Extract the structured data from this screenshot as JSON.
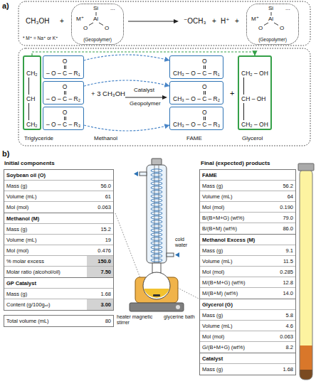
{
  "diagram": {
    "nodes": [
      {
        "text": [
          "Si",
          "M⁺",
          "Al",
          "O",
          "O",
          "...",
          "(Geopolymer)"
        ]
      },
      {
        "text": [
          "Si",
          "M⁺",
          "Al",
          "O",
          "O",
          "...",
          "(Geopolymer)"
        ]
      },
      {
        "text": [
          "CH₂",
          "CH",
          "CH₂"
        ]
      },
      {
        "text": [
          "O",
          "– O –",
          "C",
          "– R₁"
        ]
      },
      {
        "text": [
          "O",
          "– O –",
          "C",
          "– R₂"
        ]
      },
      {
        "text": [
          "O",
          "– O –",
          "C",
          "– R₃"
        ]
      },
      {
        "text": [
          "O",
          "CH₃ – O –",
          "C",
          "– R₁"
        ]
      },
      {
        "text": [
          "O",
          "CH₃ – O –",
          "C",
          "– R₂"
        ]
      },
      {
        "text": [
          "O",
          "CH₃ – O –",
          "C",
          "– R₃"
        ]
      },
      {
        "text": [
          "CH₂ – OH",
          "CH – OH",
          "CH₂ – OH"
        ]
      },
      {
        "text": [
          "Soybean oil (O)",
          "Mass (g)",
          "56.0",
          "Volume (mL)",
          "61",
          "Mol (mol)",
          "0.063"
        ]
      },
      {
        "text": [
          "Methanol (M)",
          "Mass (g)",
          "15.2",
          "Volume (mL)",
          "19",
          "Mol (mol)",
          "0.476",
          "% molar excess",
          "150.0",
          "Molar ratio (alcohol/oil)",
          "7.50"
        ]
      },
      {
        "text": [
          "GP Catalyst",
          "Mass (g)",
          "1.68",
          "Content (g/100gₒᵢₗ)",
          "3.00"
        ]
      },
      {
        "text": [
          "Total volume (mL)",
          "80"
        ]
      },
      {
        "text": [
          "FAME",
          "Mass (g)",
          "56.2",
          "Volume (mL)",
          "64",
          "Mol (mol)",
          "0.190",
          "B/(B+M+G) (wt%)",
          "79.0",
          "B/(B+M) (wt%)",
          "86.0"
        ]
      },
      {
        "text": [
          "Methanol Excess (M)",
          "Mass (g)",
          "9.1",
          "Volume (mL)",
          "11.5",
          "Mol (mol)",
          "0.285",
          "M/(B+M+G) (wt%)",
          "12.8",
          "M/(B+M) (wt%)",
          "14.0"
        ]
      },
      {
        "text": [
          "Glycerol (G)",
          "Mass (g)",
          "5.8",
          "Volume (mL)",
          "4.6",
          "Mol (mol)",
          "0.063",
          "G/(B+M+G) (wt%)",
          "8.2"
        ]
      },
      {
        "text": [
          "Catalyst",
          "Mass (g)",
          "1.68"
        ]
      }
    ],
    "edges": [
      {
        "from": 2,
        "to": 9,
        "arrow": "to"
      },
      {
        "from": 3,
        "to": 6,
        "arrow": "to"
      },
      {
        "from": 4,
        "to": 7,
        "arrow": "to"
      },
      {
        "from": 5,
        "to": 8,
        "arrow": "to"
      }
    ],
    "labels": [
      "a)",
      "CH₃OH",
      "+",
      "⁻OCH₃",
      "+",
      "H⁺",
      "+",
      "* M⁺ = Na⁺ or K⁺",
      "+ 3 CH₃OH",
      "Catalyst",
      "Geopolymer",
      "+",
      "Triglyceride",
      "Methanol",
      "FAME",
      "Glycerol",
      "b)",
      "Initial components",
      "Final (expected) products",
      "cold water",
      "glycerine bath",
      "heater magnetic stirrer"
    ]
  }
}
